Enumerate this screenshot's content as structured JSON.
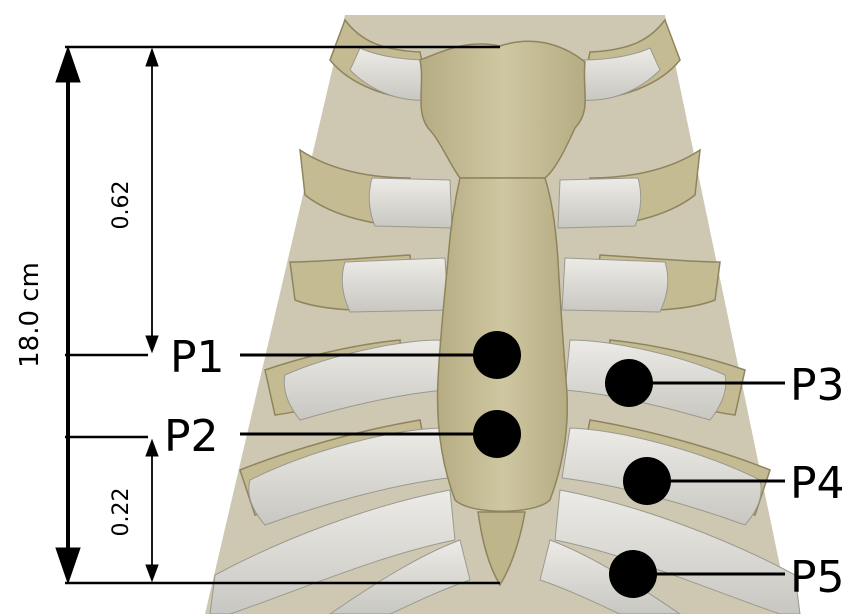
{
  "dimensions": {
    "total": "18.0 cm",
    "upper_ratio": "0.62",
    "lower_ratio": "0.22"
  },
  "points": [
    {
      "id": "P1",
      "label": "P1"
    },
    {
      "id": "P2",
      "label": "P2"
    },
    {
      "id": "P3",
      "label": "P3"
    },
    {
      "id": "P4",
      "label": "P4"
    },
    {
      "id": "P5",
      "label": "P5"
    }
  ],
  "colors": {
    "bone": "#c9c19a",
    "bone_shadow": "#9b9069",
    "cartilage": "#e2e1dc",
    "cartilage_shadow": "#b7b6b0",
    "marker": "#000000",
    "background": "#ffffff"
  }
}
